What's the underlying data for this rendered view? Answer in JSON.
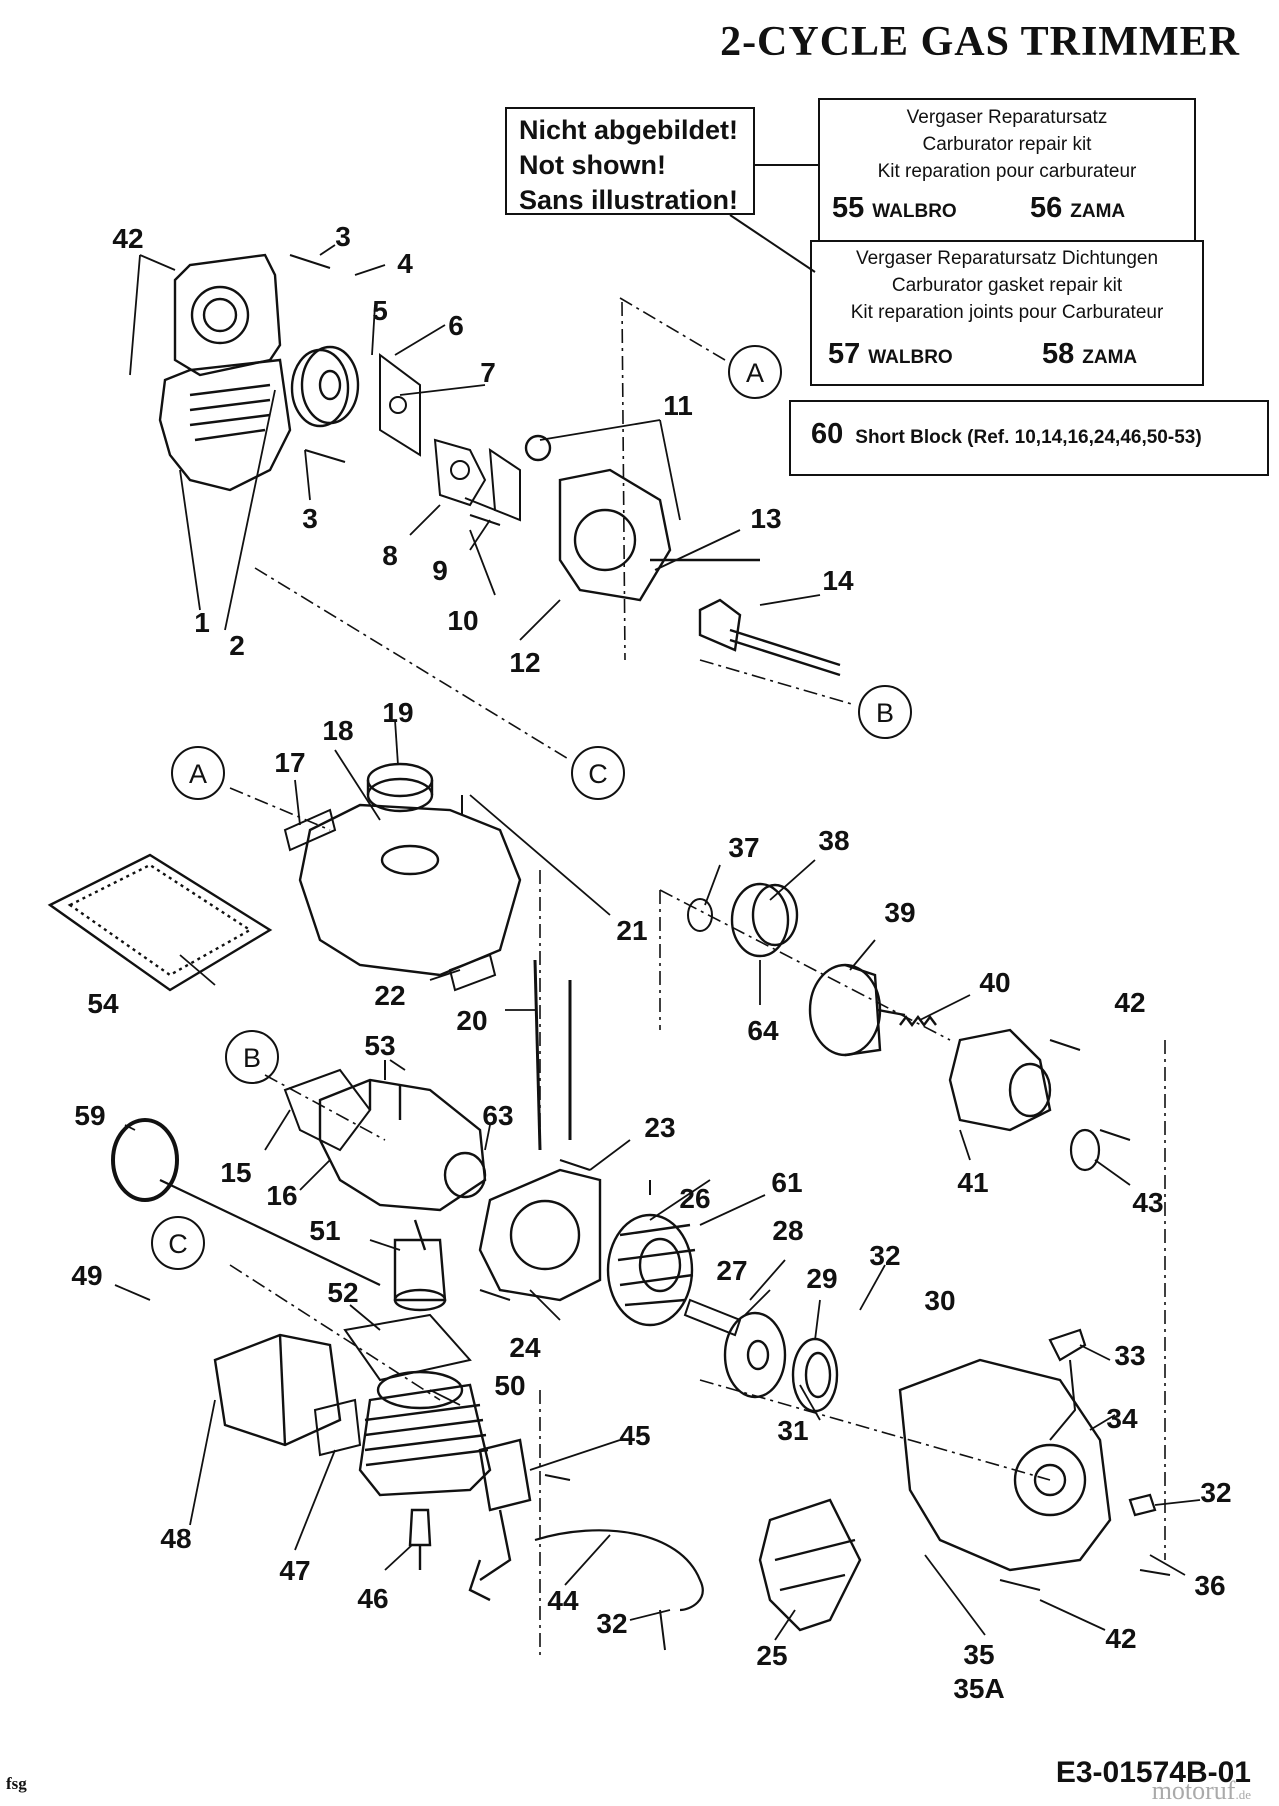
{
  "title": "2-CYCLE GAS TRIMMER",
  "not_shown": [
    "Nicht abgebildet!",
    "Not shown!",
    "Sans illustration!"
  ],
  "carb_kit": {
    "lines": [
      "Vergaser Reparatursatz",
      "Carburator repair kit",
      "Kit reparation pour carburateur"
    ],
    "items": [
      {
        "num": "55",
        "name": "WALBRO"
      },
      {
        "num": "56",
        "name": "ZAMA"
      }
    ]
  },
  "gasket_kit": {
    "lines": [
      "Vergaser Reparatursatz Dichtungen",
      "Carburator gasket repair kit",
      "Kit reparation joints pour Carburateur"
    ],
    "items": [
      {
        "num": "57",
        "name": "WALBRO"
      },
      {
        "num": "58",
        "name": "ZAMA"
      }
    ]
  },
  "short_block": {
    "num": "60",
    "text": "Short Block (Ref. 10,14,16,24,46,50-53)"
  },
  "callouts": [
    "42",
    "3",
    "4",
    "5",
    "6",
    "7",
    "11",
    "13",
    "14",
    "3",
    "8",
    "9",
    "10",
    "12",
    "1",
    "2",
    "19",
    "18",
    "17",
    "21",
    "22",
    "20",
    "54",
    "37",
    "38",
    "39",
    "64",
    "40",
    "42",
    "53",
    "59",
    "63",
    "23",
    "15",
    "16",
    "61",
    "26",
    "51",
    "28",
    "27",
    "29",
    "32",
    "30",
    "49",
    "52",
    "24",
    "33",
    "31",
    "50",
    "34",
    "45",
    "48",
    "47",
    "46",
    "44",
    "32",
    "36",
    "32",
    "35",
    "35A",
    "42",
    "41",
    "43",
    "25"
  ],
  "circle_refs": [
    "A",
    "B",
    "A",
    "C",
    "B",
    "C"
  ],
  "footer": {
    "code": "E3-01574B-01",
    "left": "fsg",
    "brand": "motoruf",
    "brand_suffix": ".de"
  },
  "colors": {
    "ink": "#111111",
    "paper": "#ffffff"
  }
}
